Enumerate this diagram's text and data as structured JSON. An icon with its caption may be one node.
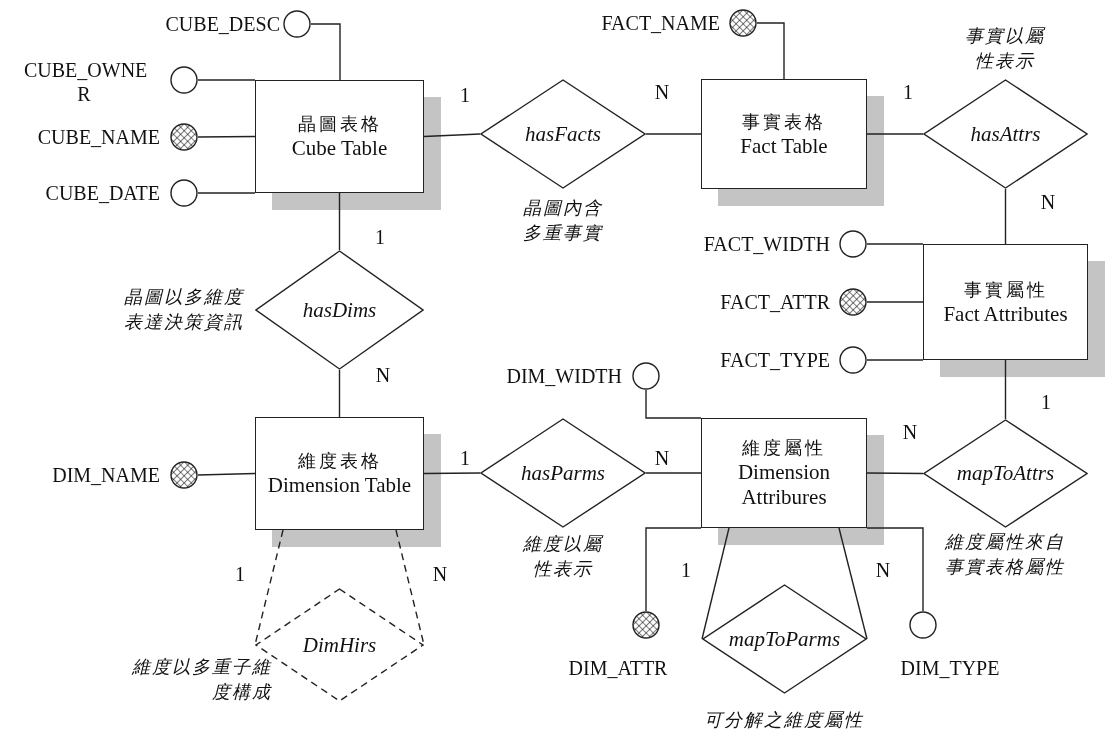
{
  "diagram": {
    "nodes": [
      {
        "text": [
          "晶圖表格",
          "Cube Table"
        ]
      },
      {
        "text": [],
        "shape": "circle",
        "beside": [
          "CUBE_DESC"
        ]
      },
      {
        "text": [],
        "shape": "circle",
        "beside": [
          "CUBE_OWNE R"
        ]
      },
      {
        "text": [],
        "shape": "circle",
        "beside": [
          "CUBE_NAME"
        ]
      },
      {
        "text": [],
        "shape": "circle",
        "beside": [
          "CUBE_DATE"
        ]
      },
      {
        "text": [
          "hasFacts"
        ],
        "beside": [
          "晶圖內含多重事實"
        ]
      },
      {
        "text": [
          "事實表格",
          "Fact Table"
        ]
      },
      {
        "text": [],
        "shape": "circle",
        "beside": [
          "FACT_NAME"
        ]
      },
      {
        "text": [
          "hasAttrs"
        ],
        "beside": [
          "事實以屬性表示"
        ]
      },
      {
        "text": [
          "事實屬性",
          "Fact Attributes"
        ]
      },
      {
        "text": [],
        "shape": "circle",
        "beside": [
          "FACT_WIDTH"
        ]
      },
      {
        "text": [],
        "shape": "circle",
        "beside": [
          "FACT_ATTR"
        ]
      },
      {
        "text": [],
        "shape": "circle",
        "beside": [
          "FACT_TYPE"
        ]
      },
      {
        "text": [
          "hasDims"
        ],
        "beside": [
          "晶圖以多維度表達決策資訊"
        ]
      },
      {
        "text": [
          "維度表格",
          "Dimension Table"
        ]
      },
      {
        "text": [],
        "shape": "circle",
        "beside": [
          "DIM_NAME"
        ]
      },
      {
        "text": [
          "hasParms"
        ],
        "beside": [
          "維度以屬性表示"
        ]
      },
      {
        "text": [
          "維度屬性",
          "Dimension Attribures"
        ]
      },
      {
        "text": [],
        "shape": "circle",
        "beside": [
          "DIM_WIDTH"
        ]
      },
      {
        "text": [
          "mapToAttrs"
        ],
        "beside": [
          "維度屬性來自事實表格屬性"
        ]
      },
      {
        "text": [
          "DimHirs"
        ],
        "beside": [
          "維度以多重子維度構成"
        ]
      },
      {
        "text": [],
        "shape": "circle",
        "beside": [
          "DIM_ATTR"
        ]
      },
      {
        "text": [
          "mapToParms"
        ],
        "beside": [
          "可分解之維度屬性"
        ]
      },
      {
        "text": [],
        "shape": "circle",
        "beside": [
          "DIM_TYPE"
        ]
      }
    ],
    "edges": [
      {
        "from": 0,
        "to": 5,
        "arrow": "none",
        "label": "1"
      },
      {
        "from": 5,
        "to": 6,
        "arrow": "none",
        "label": "N"
      },
      {
        "from": 6,
        "to": 8,
        "arrow": "none",
        "label": "1"
      },
      {
        "from": 8,
        "to": 9,
        "arrow": "none",
        "label": "N"
      },
      {
        "from": 0,
        "to": 13,
        "arrow": "none",
        "label": "1"
      },
      {
        "from": 13,
        "to": 14,
        "arrow": "none",
        "label": "N"
      },
      {
        "from": 14,
        "to": 16,
        "arrow": "none",
        "label": "1"
      },
      {
        "from": 16,
        "to": 17,
        "arrow": "none",
        "label": "N"
      },
      {
        "from": 9,
        "to": 19,
        "arrow": "none",
        "label": "1"
      },
      {
        "from": 19,
        "to": 17,
        "arrow": "none",
        "label": "N"
      },
      {
        "from": 14,
        "to": 20,
        "arrow": "none",
        "label": "1",
        "style": "dashed"
      },
      {
        "from": 14,
        "to": 20,
        "arrow": "none",
        "label": "N",
        "style": "dashed"
      },
      {
        "from": 17,
        "to": 22,
        "arrow": "none",
        "label": "1"
      },
      {
        "from": 17,
        "to": 22,
        "arrow": "none",
        "label": "N"
      },
      {
        "from": 1,
        "to": 0,
        "arrow": "none"
      },
      {
        "from": 2,
        "to": 0,
        "arrow": "none"
      },
      {
        "from": 3,
        "to": 0,
        "arrow": "none"
      },
      {
        "from": 4,
        "to": 0,
        "arrow": "none"
      },
      {
        "from": 7,
        "to": 6,
        "arrow": "none"
      },
      {
        "from": 10,
        "to": 9,
        "arrow": "none"
      },
      {
        "from": 11,
        "to": 9,
        "arrow": "none"
      },
      {
        "from": 12,
        "to": 9,
        "arrow": "none"
      },
      {
        "from": 15,
        "to": 14,
        "arrow": "none"
      },
      {
        "from": 18,
        "to": 17,
        "arrow": "none"
      },
      {
        "from": 21,
        "to": 17,
        "arrow": "none"
      },
      {
        "from": 23,
        "to": 17,
        "arrow": "none"
      }
    ]
  }
}
